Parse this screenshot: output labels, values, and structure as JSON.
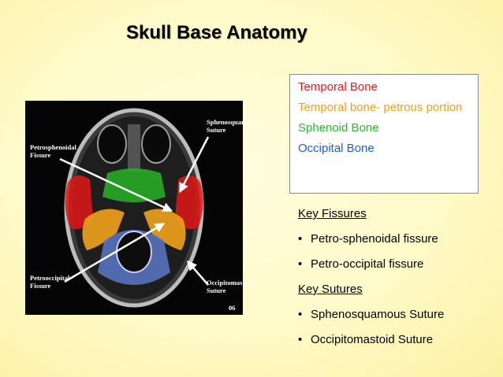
{
  "slide": {
    "title": "Skull Base Anatomy"
  },
  "image": {
    "labels": {
      "petrosphenoidal": "Petrosphenoidal\nFissure",
      "sphenosquamous": "Sphenosquamous\nSuture",
      "petrooccipital": "Petrooccipital\nFissure",
      "occipitomastoid": "Occipitomastoid\nSuture",
      "number": "06"
    }
  },
  "legend": {
    "items": [
      {
        "label": "Temporal Bone",
        "color": "#e31b1b"
      },
      {
        "label": "Temporal bone- petrous portion",
        "color": "#f0a01a"
      },
      {
        "label": "Sphenoid Bone",
        "color": "#1fc21f"
      },
      {
        "label": "Occipital Bone",
        "color": "#1a5fe0"
      }
    ]
  },
  "key_fissures": {
    "heading": "Key Fissures",
    "items": [
      "Petro-sphenoidal fissure",
      "Petro-occipital fissure"
    ]
  },
  "key_sutures": {
    "heading": "Key Sutures",
    "items": [
      "Sphenosquamous Suture",
      "Occipitomastoid Suture"
    ]
  },
  "bullet_symbol": "•"
}
